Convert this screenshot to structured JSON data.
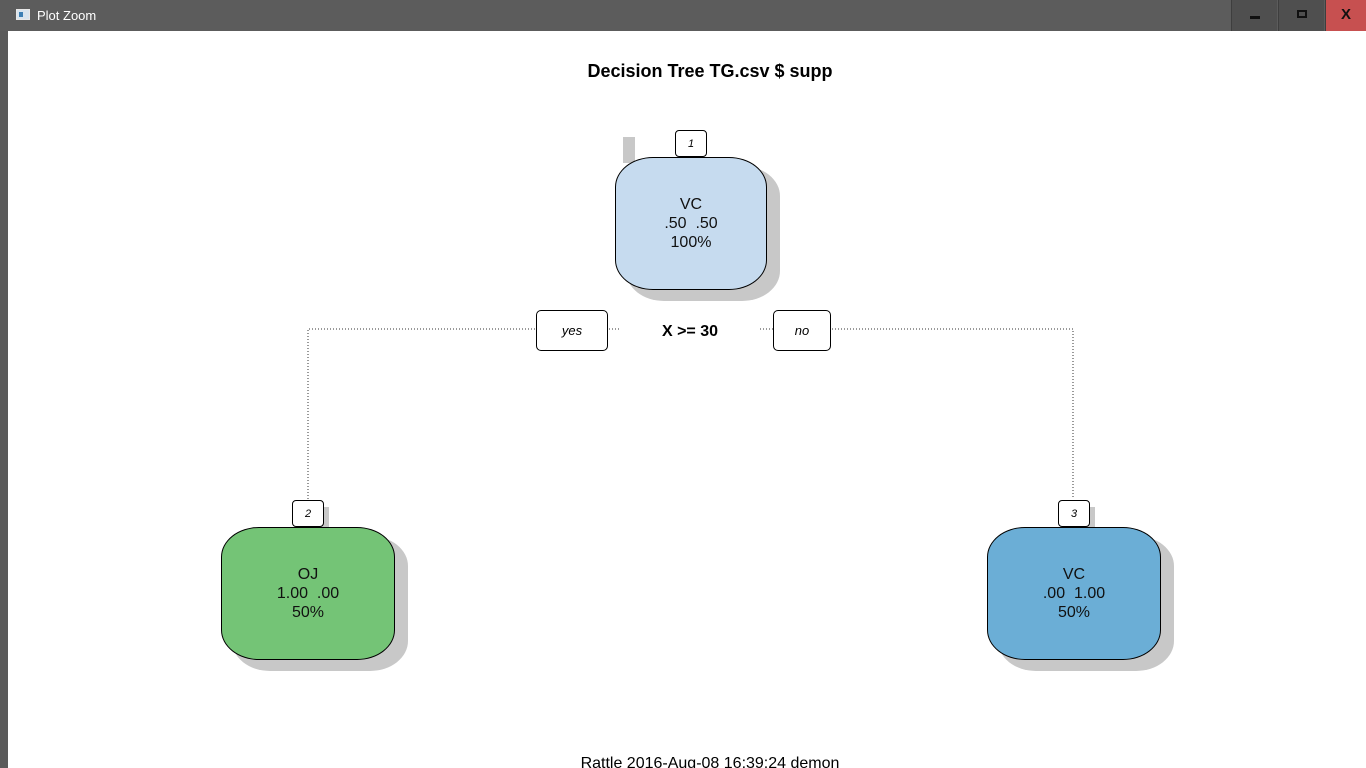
{
  "window": {
    "title": "Plot Zoom",
    "minimize_label": "",
    "maximize_label": "",
    "close_label": "X"
  },
  "plot": {
    "title": "Decision Tree TG.csv $ supp",
    "footer": "Rattle 2016-Aug-08 16:39:24 demon",
    "split": {
      "condition": "X >= 30",
      "yes_label": "yes",
      "no_label": "no"
    },
    "nodes": [
      {
        "id": "1",
        "class_label": "VC",
        "probs": ".50  .50",
        "percent": "100%",
        "color": "#c6dbef"
      },
      {
        "id": "2",
        "class_label": "OJ",
        "probs": "1.00  .00",
        "percent": "50%",
        "color": "#74c476"
      },
      {
        "id": "3",
        "class_label": "VC",
        "probs": ".00  1.00",
        "percent": "50%",
        "color": "#6baed6"
      }
    ]
  }
}
